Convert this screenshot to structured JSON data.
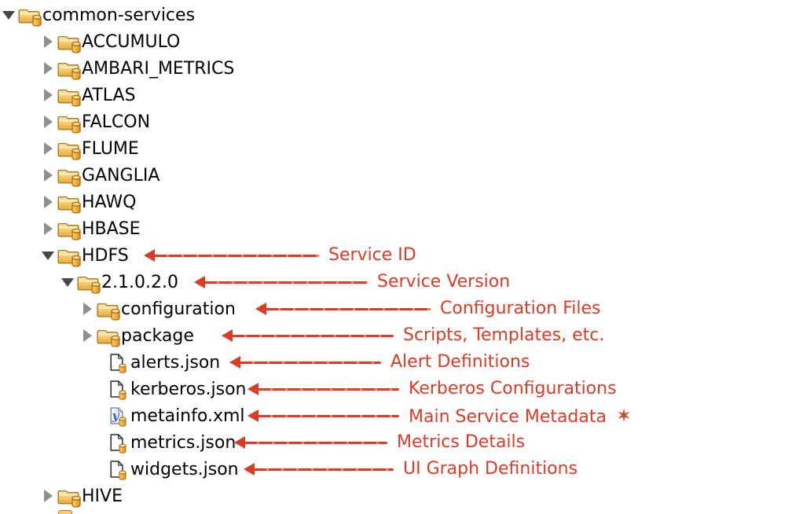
{
  "window": {
    "background": "#ffffff"
  },
  "tree": {
    "rows": [
      {
        "id": "common-services",
        "label": "common-services",
        "kind": "folder",
        "state": "expanded",
        "level": 0
      },
      {
        "id": "accumulo",
        "label": "ACCUMULO",
        "kind": "folder",
        "state": "collapsed",
        "level": 1
      },
      {
        "id": "ambari-metrics",
        "label": "AMBARI_METRICS",
        "kind": "folder",
        "state": "collapsed",
        "level": 1
      },
      {
        "id": "atlas",
        "label": "ATLAS",
        "kind": "folder",
        "state": "collapsed",
        "level": 1
      },
      {
        "id": "falcon",
        "label": "FALCON",
        "kind": "folder",
        "state": "collapsed",
        "level": 1
      },
      {
        "id": "flume",
        "label": "FLUME",
        "kind": "folder",
        "state": "collapsed",
        "level": 1
      },
      {
        "id": "ganglia",
        "label": "GANGLIA",
        "kind": "folder",
        "state": "collapsed",
        "level": 1
      },
      {
        "id": "hawq",
        "label": "HAWQ",
        "kind": "folder",
        "state": "collapsed",
        "level": 1
      },
      {
        "id": "hbase",
        "label": "HBASE",
        "kind": "folder",
        "state": "collapsed",
        "level": 1
      },
      {
        "id": "hdfs",
        "label": "HDFS",
        "kind": "folder",
        "state": "expanded",
        "level": 1
      },
      {
        "id": "version",
        "label": "2.1.0.2.0",
        "kind": "folder",
        "state": "expanded",
        "level": 2
      },
      {
        "id": "configuration",
        "label": "configuration",
        "kind": "folder",
        "state": "collapsed",
        "level": 3
      },
      {
        "id": "package",
        "label": "package",
        "kind": "folder",
        "state": "collapsed",
        "level": 3
      },
      {
        "id": "alerts-json",
        "label": "alerts.json",
        "kind": "file",
        "filetype": "json",
        "level": 3
      },
      {
        "id": "kerberos-json",
        "label": "kerberos.json",
        "kind": "file",
        "filetype": "json",
        "level": 3
      },
      {
        "id": "metainfo-xml",
        "label": "metainfo.xml",
        "kind": "file",
        "filetype": "xml",
        "level": 3
      },
      {
        "id": "metrics-json",
        "label": "metrics.json",
        "kind": "file",
        "filetype": "json",
        "level": 3
      },
      {
        "id": "widgets-json",
        "label": "widgets.json",
        "kind": "file",
        "filetype": "json",
        "level": 3
      },
      {
        "id": "hive",
        "label": "HIVE",
        "kind": "folder",
        "state": "collapsed",
        "level": 1
      }
    ]
  },
  "annotations": {
    "color": "#dc3b26",
    "items": [
      {
        "target": "HDFS",
        "label": "Service ID"
      },
      {
        "target": "2.1.0.2.0",
        "label": "Service Version"
      },
      {
        "target": "configuration",
        "label": "Configuration Files"
      },
      {
        "target": "package",
        "label": "Scripts, Templates, etc."
      },
      {
        "target": "alerts.json",
        "label": "Alert Definitions"
      },
      {
        "target": "kerberos.json",
        "label": "Kerberos Configurations"
      },
      {
        "target": "metainfo.xml",
        "label": "Main Service Metadata",
        "suffix_star": "✶"
      },
      {
        "target": "metrics.json",
        "label": "Metrics Details"
      },
      {
        "target": "widgets.json",
        "label": "UI Graph Definitions"
      }
    ]
  },
  "icons": {
    "expanded": "triangle-down-icon",
    "collapsed": "triangle-right-icon",
    "folder": "gold-folder-with-barrel-icon",
    "file": "page-with-barrel-icon",
    "xml_file": "page-with-y-glyph-icon",
    "xml_glyph": "y",
    "folder_gold": "#f6ce74",
    "barrel_orange": "#f6b23c"
  }
}
